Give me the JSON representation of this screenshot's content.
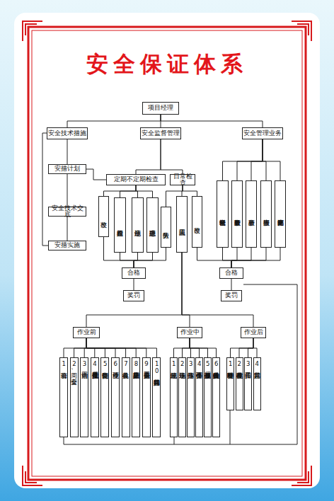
{
  "diagram": {
    "title": "安全保证体系",
    "nodes": [
      {
        "text": [
          "项目经理"
        ]
      },
      {
        "text": [
          "安全技术措施"
        ]
      },
      {
        "text": [
          "安全监督管理"
        ]
      },
      {
        "text": [
          "安全管理业务"
        ]
      },
      {
        "text": [
          "安措计划"
        ]
      },
      {
        "text": [
          "安全技术交底"
        ]
      },
      {
        "text": [
          "安措实施"
        ]
      },
      {
        "text": [
          "定期不定期检查"
        ]
      },
      {
        "text": [
          "日常检查"
        ]
      },
      {
        "text": [
          "整改"
        ]
      },
      {
        "text": [
          "检查问题"
        ]
      },
      {
        "text": [
          "违章违纪"
        ]
      },
      {
        "text": [
          "隐患处理"
        ]
      },
      {
        "text": [
          "劳务队"
        ]
      },
      {
        "text": [
          "工人班组"
        ]
      },
      {
        "text": [
          "整改"
        ]
      },
      {
        "text": [
          "记录台帐资料"
        ]
      },
      {
        "text": [
          "数量事故分析"
        ]
      },
      {
        "text": [
          "事故分析"
        ]
      },
      {
        "text": [
          "事故报告"
        ]
      },
      {
        "text": [
          "竞赛评比结果"
        ]
      },
      {
        "text": [
          "合格"
        ]
      },
      {
        "text": [
          "奖罚"
        ]
      },
      {
        "text": [
          "合格"
        ]
      },
      {
        "text": [
          "奖罚"
        ]
      },
      {
        "text": [
          "作业前"
        ]
      },
      {
        "text": [
          "作业中"
        ]
      },
      {
        "text": [
          "作业后"
        ]
      },
      {
        "text": [
          "1班前会"
        ]
      },
      {
        "text": [
          "2周、安全会"
        ]
      },
      {
        "text": [
          "3四大活动"
        ]
      },
      {
        "text": [
          "4员工安全技术操作规程"
        ]
      },
      {
        "text": [
          "5岗位责任制"
        ]
      },
      {
        "text": [
          "6作业环境"
        ]
      },
      {
        "text": [
          "7机具设备"
        ]
      },
      {
        "text": [
          "8个人防护用品穿戴"
        ]
      },
      {
        "text": [
          "9三要安全措施"
        ]
      },
      {
        "text": [
          "10其它特殊问题"
        ]
      },
      {
        "text": [
          "1违纪现象"
        ]
      },
      {
        "text": [
          "2违章现场"
        ]
      },
      {
        "text": [
          "3违章指挥"
        ]
      },
      {
        "text": [
          "4不懂不会操作"
        ]
      },
      {
        "text": [
          "5事故违反操作规程"
        ]
      },
      {
        "text": [
          "6作业人员的特殊反映"
        ]
      },
      {
        "text": [
          "1材料物资整理"
        ]
      },
      {
        "text": [
          "2机具设备整理"
        ]
      },
      {
        "text": [
          "3清扫工作"
        ]
      },
      {
        "text": [
          "4其它问题"
        ]
      }
    ],
    "edges": [
      {
        "from": 0,
        "to": 1,
        "arrow": "none"
      },
      {
        "from": 0,
        "to": 2,
        "arrow": "none"
      },
      {
        "from": 0,
        "to": 3,
        "arrow": "none"
      },
      {
        "from": 1,
        "to": 4,
        "arrow": "none"
      },
      {
        "from": 4,
        "to": 5,
        "arrow": "none"
      },
      {
        "from": 5,
        "to": 6,
        "arrow": "none"
      },
      {
        "from": 2,
        "to": 7,
        "arrow": "none"
      },
      {
        "from": 2,
        "to": 8,
        "arrow": "none"
      },
      {
        "from": 7,
        "to": 9,
        "arrow": "none"
      },
      {
        "from": 7,
        "to": 10,
        "arrow": "none"
      },
      {
        "from": 7,
        "to": 11,
        "arrow": "none"
      },
      {
        "from": 7,
        "to": 12,
        "arrow": "none"
      },
      {
        "from": 8,
        "to": 13,
        "arrow": "none"
      },
      {
        "from": 8,
        "to": 14,
        "arrow": "none"
      },
      {
        "from": 8,
        "to": 15,
        "arrow": "none"
      },
      {
        "from": 3,
        "to": 16,
        "arrow": "none"
      },
      {
        "from": 3,
        "to": 17,
        "arrow": "none"
      },
      {
        "from": 3,
        "to": 18,
        "arrow": "none"
      },
      {
        "from": 3,
        "to": 19,
        "arrow": "none"
      },
      {
        "from": 3,
        "to": 20,
        "arrow": "none"
      },
      {
        "from": 9,
        "to": 21,
        "arrow": "none"
      },
      {
        "from": 10,
        "to": 21,
        "arrow": "none"
      },
      {
        "from": 11,
        "to": 21,
        "arrow": "none"
      },
      {
        "from": 12,
        "to": 21,
        "arrow": "none"
      },
      {
        "from": 13,
        "to": 21,
        "arrow": "none"
      },
      {
        "from": 15,
        "to": 23,
        "arrow": "none"
      },
      {
        "from": 16,
        "to": 23,
        "arrow": "none"
      },
      {
        "from": 17,
        "to": 23,
        "arrow": "none"
      },
      {
        "from": 18,
        "to": 23,
        "arrow": "none"
      },
      {
        "from": 19,
        "to": 23,
        "arrow": "none"
      },
      {
        "from": 20,
        "to": 23,
        "arrow": "none"
      },
      {
        "from": 21,
        "to": 22,
        "arrow": "none"
      },
      {
        "from": 23,
        "to": 24,
        "arrow": "none"
      },
      {
        "from": 14,
        "to": 25,
        "arrow": "none"
      },
      {
        "from": 14,
        "to": 26,
        "arrow": "none"
      },
      {
        "from": 14,
        "to": 27,
        "arrow": "none"
      },
      {
        "from": 25,
        "to": 28,
        "arrow": "none"
      },
      {
        "from": 25,
        "to": 29,
        "arrow": "none"
      },
      {
        "from": 25,
        "to": 30,
        "arrow": "none"
      },
      {
        "from": 25,
        "to": 31,
        "arrow": "none"
      },
      {
        "from": 25,
        "to": 32,
        "arrow": "none"
      },
      {
        "from": 25,
        "to": 33,
        "arrow": "none"
      },
      {
        "from": 25,
        "to": 34,
        "arrow": "none"
      },
      {
        "from": 25,
        "to": 35,
        "arrow": "none"
      },
      {
        "from": 25,
        "to": 36,
        "arrow": "none"
      },
      {
        "from": 25,
        "to": 37,
        "arrow": "none"
      },
      {
        "from": 26,
        "to": 38,
        "arrow": "none"
      },
      {
        "from": 26,
        "to": 39,
        "arrow": "none"
      },
      {
        "from": 26,
        "to": 40,
        "arrow": "none"
      },
      {
        "from": 26,
        "to": 41,
        "arrow": "none"
      },
      {
        "from": 26,
        "to": 42,
        "arrow": "none"
      },
      {
        "from": 26,
        "to": 43,
        "arrow": "none"
      },
      {
        "from": 27,
        "to": 44,
        "arrow": "none"
      },
      {
        "from": 27,
        "to": 45,
        "arrow": "none"
      },
      {
        "from": 27,
        "to": 46,
        "arrow": "none"
      },
      {
        "from": 27,
        "to": 47,
        "arrow": "none"
      }
    ]
  }
}
